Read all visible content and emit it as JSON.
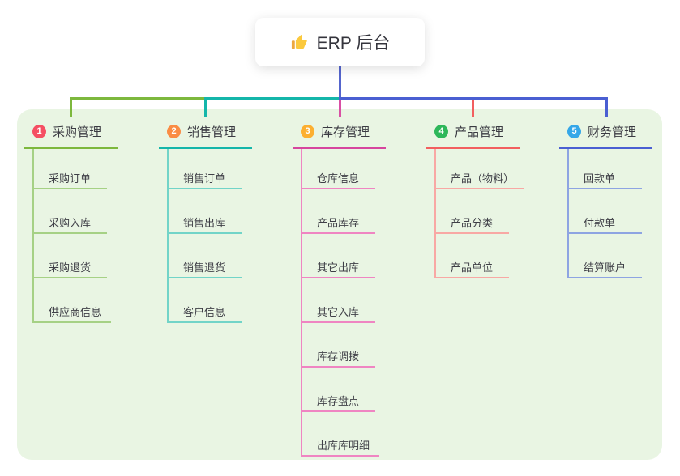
{
  "root": {
    "label": "ERP 后台",
    "icon": "thumbs-up"
  },
  "branches": [
    {
      "badge": "1",
      "title": "采购管理",
      "color": "#7db83d",
      "child_color": "#a6d185",
      "badge_color": "#f54f63",
      "children": [
        "采购订单",
        "采购入库",
        "采购退货",
        "供应商信息"
      ]
    },
    {
      "badge": "2",
      "title": "销售管理",
      "color": "#14b6aa",
      "child_color": "#72d4c8",
      "badge_color": "#fa8c44",
      "children": [
        "销售订单",
        "销售出库",
        "销售退货",
        "客户信息"
      ]
    },
    {
      "badge": "3",
      "title": "库存管理",
      "color": "#d6459e",
      "child_color": "#ef85c2",
      "badge_color": "#fcaf30",
      "children": [
        "仓库信息",
        "产品库存",
        "其它出库",
        "其它入库",
        "库存调拨",
        "库存盘点",
        "出库库明细"
      ]
    },
    {
      "badge": "4",
      "title": "产品管理",
      "color": "#f25f5f",
      "child_color": "#f8a8a4",
      "badge_color": "#2eb75a",
      "children": [
        "产品（物料）",
        "产品分类",
        "产品单位"
      ]
    },
    {
      "badge": "5",
      "title": "财务管理",
      "color": "#4a5fd2",
      "child_color": "#8ea4e2",
      "badge_color": "#35a7e8",
      "children": [
        "回款单",
        "付款单",
        "结算账户"
      ]
    }
  ],
  "colors": {
    "panel_bg": "#e9f5e3",
    "root_connector": "#5565cd"
  }
}
